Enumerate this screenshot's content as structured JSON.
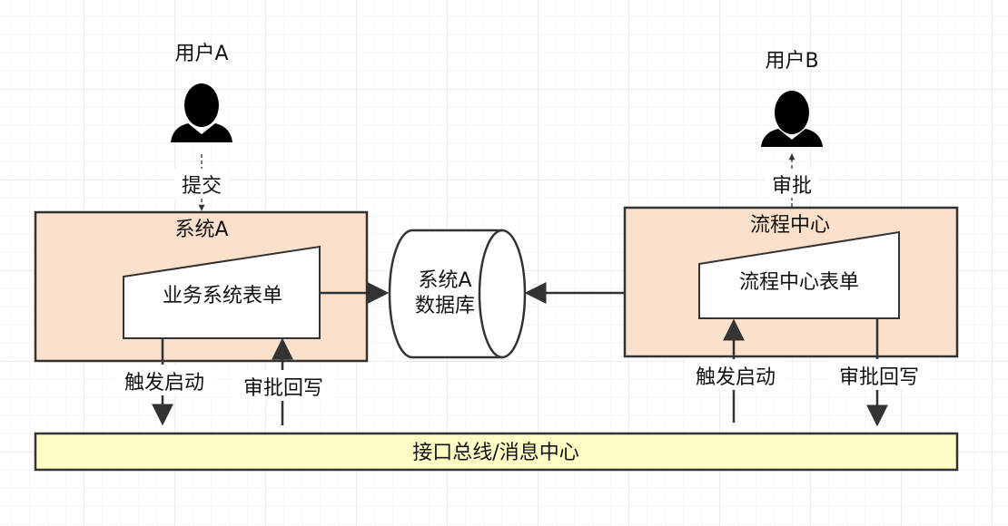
{
  "users": {
    "a": {
      "label": "用户A",
      "action": "提交",
      "icon": "user-icon"
    },
    "b": {
      "label": "用户B",
      "action": "审批",
      "icon": "user-icon"
    }
  },
  "system_a": {
    "title": "系统A",
    "form": "业务系统表单",
    "trigger": "触发启动",
    "writeback": "审批回写"
  },
  "database": {
    "line1": "系统A",
    "line2": "数据库"
  },
  "process_center": {
    "title": "流程中心",
    "form": "流程中心表单",
    "trigger": "触发启动",
    "writeback": "审批回写"
  },
  "bus": {
    "label": "接口总线/消息中心"
  },
  "colors": {
    "container_fill": "#fbe1cc",
    "bus_fill": "#fefdc4",
    "stroke": "#333333"
  }
}
